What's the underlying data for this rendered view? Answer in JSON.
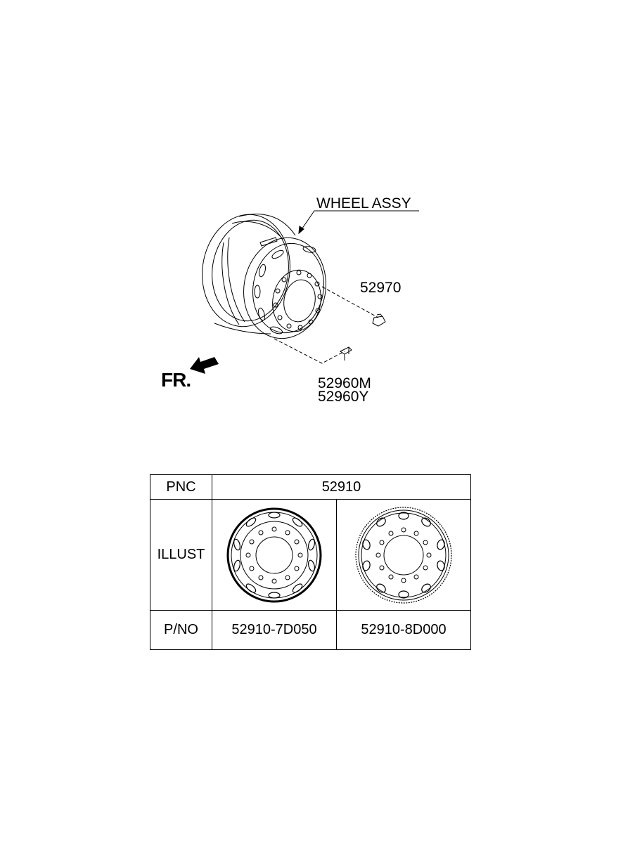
{
  "diagram": {
    "labels": {
      "wheel_assy": "WHEEL ASSY",
      "part_52970": "52970",
      "part_52960m": "52960M",
      "part_52960y": "52960Y",
      "front": "FR."
    }
  },
  "table": {
    "row_headers": {
      "pnc": "PNC",
      "illust": "ILLUST",
      "pno": "P/NO"
    },
    "pnc_value": "52910",
    "part_numbers": [
      "52910-7D050",
      "52910-8D000"
    ]
  }
}
